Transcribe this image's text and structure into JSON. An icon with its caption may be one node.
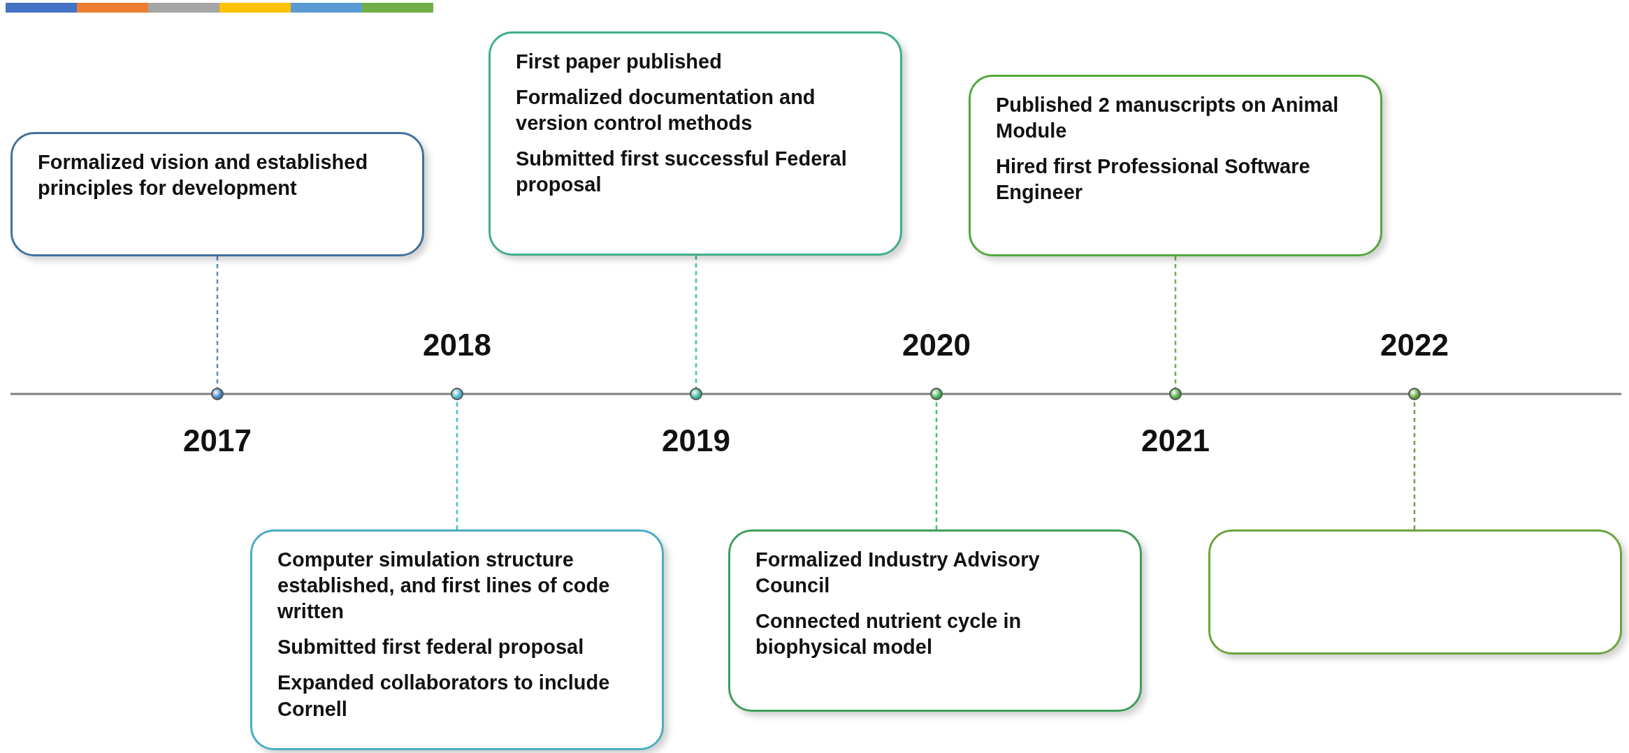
{
  "diagram": {
    "nodes": [
      {
        "text": [
          "Formalized vision and established principles for development"
        ]
      },
      {
        "text": [
          "Computer simulation structure established, and first lines of code written",
          "Submitted first federal proposal",
          "Expanded collaborators to include Cornell"
        ]
      },
      {
        "text": [
          "First paper published",
          "Formalized documentation and version control methods",
          "Submitted first successful Federal proposal"
        ]
      },
      {
        "text": [
          "Formalized Industry Advisory Council",
          "Connected nutrient cycle in biophysical model"
        ]
      },
      {
        "text": [
          "Published 2 manuscripts on Animal Module",
          "Hired first Professional Software Engineer"
        ]
      },
      {
        "text": [],
        "shape": "box"
      },
      {
        "text": [],
        "shape": "circle",
        "beside": [
          "2017"
        ]
      },
      {
        "text": [],
        "shape": "circle",
        "beside": [
          "2018"
        ]
      },
      {
        "text": [],
        "shape": "circle",
        "beside": [
          "2019"
        ]
      },
      {
        "text": [],
        "shape": "circle",
        "beside": [
          "2020"
        ]
      },
      {
        "text": [],
        "shape": "circle",
        "beside": [
          "2021"
        ]
      },
      {
        "text": [],
        "shape": "circle",
        "beside": [
          "2022"
        ]
      }
    ],
    "edges": [
      {
        "from": 0,
        "to": 6,
        "arrow": "none",
        "style": "dashed",
        "color": "#5b8bc4"
      },
      {
        "from": 1,
        "to": 7,
        "arrow": "none",
        "style": "dashed",
        "color": "#4bbccc"
      },
      {
        "from": 2,
        "to": 8,
        "arrow": "none",
        "style": "dashed",
        "color": "#4cc0a0"
      },
      {
        "from": 3,
        "to": 9,
        "arrow": "none",
        "style": "dashed",
        "color": "#4cc06a"
      },
      {
        "from": 4,
        "to": 10,
        "arrow": "none",
        "style": "dashed",
        "color": "#70b050"
      },
      {
        "from": 5,
        "to": 11,
        "arrow": "none",
        "style": "dashed",
        "color": "#70a040"
      }
    ]
  }
}
